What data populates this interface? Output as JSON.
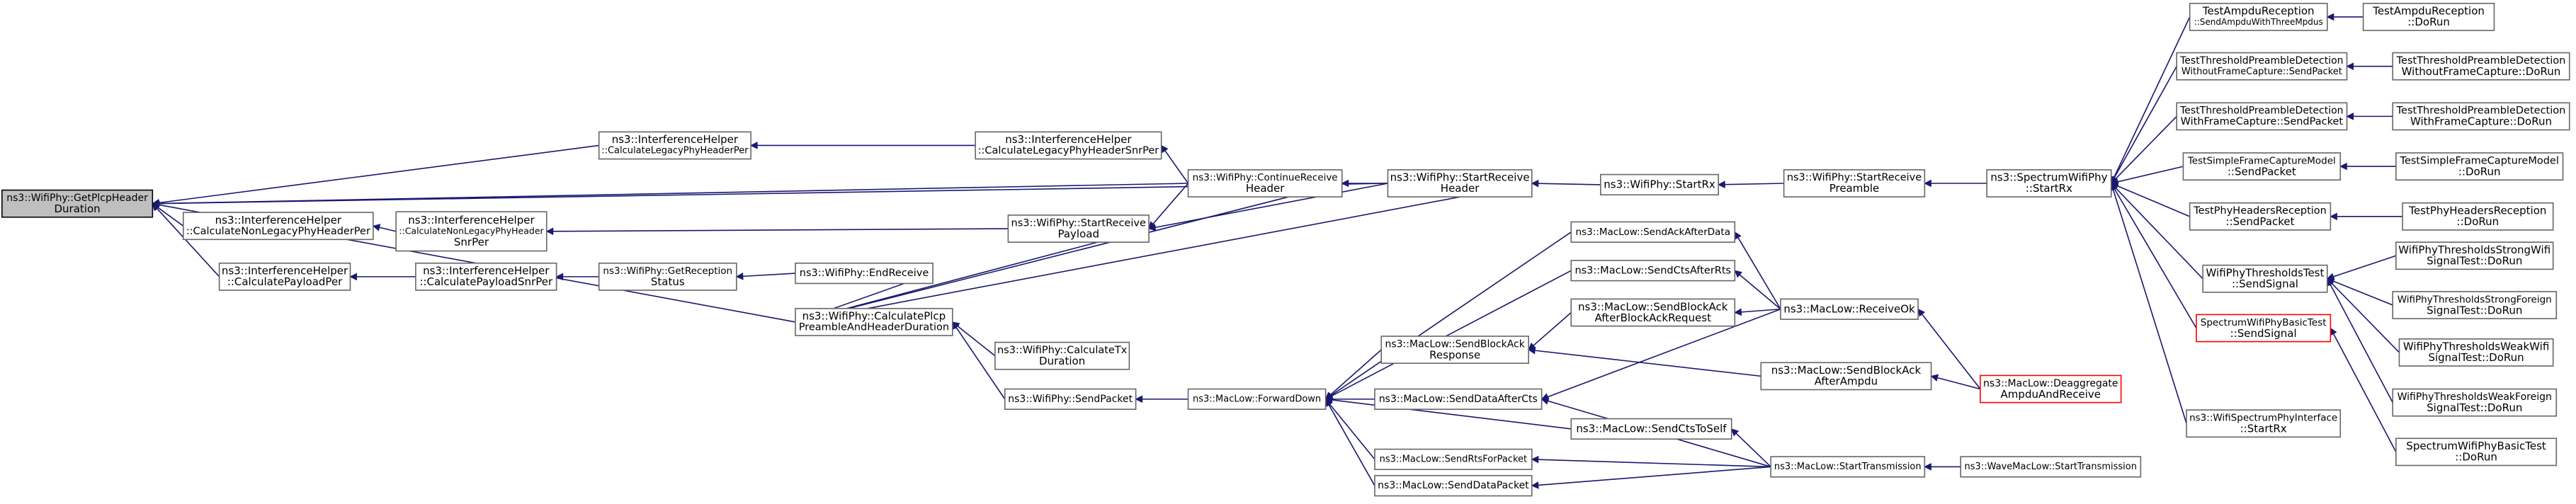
{
  "diagram": {
    "type": "call-graph",
    "nodes": [
      {
        "id": "root",
        "lines": [
          "ns3::WifiPhy::GetPlcpHeader",
          "Duration"
        ],
        "style": "root"
      },
      {
        "id": "ih_legacy_per",
        "lines": [
          "ns3::InterferenceHelper",
          "::CalculateLegacyPhyHeaderPer"
        ]
      },
      {
        "id": "ih_nonlegacy_per",
        "lines": [
          "ns3::InterferenceHelper",
          "::CalculateNonLegacyPhyHeaderPer"
        ]
      },
      {
        "id": "ih_payload_per",
        "lines": [
          "ns3::InterferenceHelper",
          "::CalculatePayloadPer"
        ]
      },
      {
        "id": "calc_plcp_preamble",
        "lines": [
          "ns3::WifiPhy::CalculatePlcp",
          "PreambleAndHeaderDuration"
        ]
      },
      {
        "id": "continue_receive",
        "lines": [
          "ns3::WifiPhy::ContinueReceive",
          "Header"
        ]
      },
      {
        "id": "start_receive_header",
        "lines": [
          "ns3::WifiPhy::StartReceive",
          "Header"
        ]
      },
      {
        "id": "ih_legacy_snr",
        "lines": [
          "ns3::InterferenceHelper",
          "::CalculateLegacyPhyHeaderSnrPer"
        ]
      },
      {
        "id": "ih_nonlegacy_snr",
        "lines": [
          "ns3::InterferenceHelper",
          "::CalculateNonLegacyPhyHeader",
          "SnrPer"
        ]
      },
      {
        "id": "ih_payload_snr",
        "lines": [
          "ns3::InterferenceHelper",
          "::CalculatePayloadSnrPer"
        ]
      },
      {
        "id": "start_receive_payload",
        "lines": [
          "ns3::WifiPhy::StartReceive",
          "Payload"
        ]
      },
      {
        "id": "get_reception_status",
        "lines": [
          "ns3::WifiPhy::GetReception",
          "Status"
        ]
      },
      {
        "id": "end_receive",
        "lines": [
          "ns3::WifiPhy::EndReceive"
        ]
      },
      {
        "id": "calc_tx_duration",
        "lines": [
          "ns3::WifiPhy::CalculateTx",
          "Duration"
        ]
      },
      {
        "id": "send_packet",
        "lines": [
          "ns3::WifiPhy::SendPacket"
        ]
      },
      {
        "id": "forward_down",
        "lines": [
          "ns3::MacLow::ForwardDown"
        ]
      },
      {
        "id": "send_ack_after_data",
        "lines": [
          "ns3::MacLow::SendAckAfterData"
        ]
      },
      {
        "id": "send_cts_after_rts",
        "lines": [
          "ns3::MacLow::SendCtsAfterRts"
        ]
      },
      {
        "id": "send_blockack_response",
        "lines": [
          "ns3::MacLow::SendBlockAck",
          "Response"
        ]
      },
      {
        "id": "send_blockack_after_req",
        "lines": [
          "ns3::MacLow::SendBlockAck",
          "AfterBlockAckRequest"
        ]
      },
      {
        "id": "send_data_after_cts",
        "lines": [
          "ns3::MacLow::SendDataAfterCts"
        ]
      },
      {
        "id": "send_cts_to_self",
        "lines": [
          "ns3::MacLow::SendCtsToSelf"
        ]
      },
      {
        "id": "send_rts_for_packet",
        "lines": [
          "ns3::MacLow::SendRtsForPacket"
        ]
      },
      {
        "id": "send_data_packet",
        "lines": [
          "ns3::MacLow::SendDataPacket"
        ]
      },
      {
        "id": "receive_ok",
        "lines": [
          "ns3::MacLow::ReceiveOk"
        ]
      },
      {
        "id": "send_blockack_after_ampdu",
        "lines": [
          "ns3::MacLow::SendBlockAck",
          "AfterAmpdu"
        ]
      },
      {
        "id": "start_transmission",
        "lines": [
          "ns3::MacLow::StartTransmission"
        ]
      },
      {
        "id": "deaggregate",
        "lines": [
          "ns3::MacLow::Deaggregate",
          "AmpduAndReceive"
        ],
        "style": "red"
      },
      {
        "id": "wave_start_tx",
        "lines": [
          "ns3::WaveMacLow::StartTransmission"
        ]
      },
      {
        "id": "start_rx_phy",
        "lines": [
          "ns3::WifiPhy::StartRx"
        ]
      },
      {
        "id": "start_receive_preamble",
        "lines": [
          "ns3::WifiPhy::StartReceive",
          "Preamble"
        ]
      },
      {
        "id": "spectrum_start_rx",
        "lines": [
          "ns3::SpectrumWifiPhy",
          "::StartRx"
        ]
      },
      {
        "id": "t_ampdu_send",
        "lines": [
          "TestAmpduReception",
          "::SendAmpduWithThreeMpdus"
        ]
      },
      {
        "id": "t_thr_wo_send",
        "lines": [
          "TestThresholdPreambleDetection",
          "WithoutFrameCapture::SendPacket"
        ]
      },
      {
        "id": "t_thr_w_send",
        "lines": [
          "TestThresholdPreambleDetection",
          "WithFrameCapture::SendPacket"
        ]
      },
      {
        "id": "t_simple_send",
        "lines": [
          "TestSimpleFrameCaptureModel",
          "::SendPacket"
        ]
      },
      {
        "id": "t_headers_send",
        "lines": [
          "TestPhyHeadersReception",
          "::SendPacket"
        ]
      },
      {
        "id": "t_thresholds_signal",
        "lines": [
          "WifiPhyThresholdsTest",
          "::SendSignal"
        ]
      },
      {
        "id": "t_basic_signal",
        "lines": [
          "SpectrumWifiPhyBasicTest",
          "::SendSignal"
        ],
        "style": "red"
      },
      {
        "id": "t_iface_start_rx",
        "lines": [
          "ns3::WifiSpectrumPhyInterface",
          "::StartRx"
        ]
      },
      {
        "id": "t_ampdu_run",
        "lines": [
          "TestAmpduReception",
          "::DoRun"
        ]
      },
      {
        "id": "t_thr_wo_run",
        "lines": [
          "TestThresholdPreambleDetection",
          "WithoutFrameCapture::DoRun"
        ]
      },
      {
        "id": "t_thr_w_run",
        "lines": [
          "TestThresholdPreambleDetection",
          "WithFrameCapture::DoRun"
        ]
      },
      {
        "id": "t_simple_run",
        "lines": [
          "TestSimpleFrameCaptureModel",
          "::DoRun"
        ]
      },
      {
        "id": "t_headers_run",
        "lines": [
          "TestPhyHeadersReception",
          "::DoRun"
        ]
      },
      {
        "id": "t_strong_wifi",
        "lines": [
          "WifiPhyThresholdsStrongWifi",
          "SignalTest::DoRun"
        ]
      },
      {
        "id": "t_strong_foreign",
        "lines": [
          "WifiPhyThresholdsStrongForeign",
          "SignalTest::DoRun"
        ]
      },
      {
        "id": "t_weak_wifi",
        "lines": [
          "WifiPhyThresholdsWeakWifi",
          "SignalTest::DoRun"
        ]
      },
      {
        "id": "t_weak_foreign",
        "lines": [
          "WifiPhyThresholdsWeakForeign",
          "SignalTest::DoRun"
        ]
      },
      {
        "id": "t_basic_run",
        "lines": [
          "SpectrumWifiPhyBasicTest",
          "::DoRun"
        ]
      }
    ],
    "edges": [
      [
        "ih_legacy_per",
        "root"
      ],
      [
        "ih_nonlegacy_per",
        "root"
      ],
      [
        "ih_payload_per",
        "root"
      ],
      [
        "calc_plcp_preamble",
        "root"
      ],
      [
        "continue_receive",
        "root"
      ],
      [
        "start_receive_header",
        "root"
      ],
      [
        "ih_legacy_snr",
        "ih_legacy_per"
      ],
      [
        "ih_nonlegacy_snr",
        "ih_nonlegacy_per"
      ],
      [
        "ih_payload_snr",
        "ih_payload_per"
      ],
      [
        "continue_receive",
        "ih_legacy_snr"
      ],
      [
        "start_receive_payload",
        "ih_nonlegacy_snr"
      ],
      [
        "get_reception_status",
        "ih_payload_snr"
      ],
      [
        "end_receive",
        "get_reception_status"
      ],
      [
        "calc_plcp_preamble",
        "end_receive"
      ],
      [
        "calc_plcp_preamble",
        "start_receive_payload"
      ],
      [
        "calc_plcp_preamble",
        "continue_receive"
      ],
      [
        "calc_plcp_preamble",
        "start_receive_header"
      ],
      [
        "continue_receive",
        "start_receive_payload"
      ],
      [
        "start_receive_header",
        "start_receive_payload"
      ],
      [
        "start_receive_header",
        "continue_receive"
      ],
      [
        "start_rx_phy",
        "start_receive_header"
      ],
      [
        "start_receive_preamble",
        "start_rx_phy"
      ],
      [
        "spectrum_start_rx",
        "start_receive_preamble"
      ],
      [
        "send_packet",
        "calc_plcp_preamble"
      ],
      [
        "calc_tx_duration",
        "calc_plcp_preamble"
      ],
      [
        "forward_down",
        "send_packet"
      ],
      [
        "send_ack_after_data",
        "forward_down"
      ],
      [
        "send_cts_after_rts",
        "forward_down"
      ],
      [
        "send_blockack_response",
        "forward_down"
      ],
      [
        "send_data_after_cts",
        "forward_down"
      ],
      [
        "send_cts_to_self",
        "forward_down"
      ],
      [
        "send_rts_for_packet",
        "forward_down"
      ],
      [
        "send_data_packet",
        "forward_down"
      ],
      [
        "send_blockack_after_req",
        "send_blockack_response"
      ],
      [
        "send_blockack_after_ampdu",
        "send_blockack_response"
      ],
      [
        "receive_ok",
        "send_ack_after_data"
      ],
      [
        "receive_ok",
        "send_cts_after_rts"
      ],
      [
        "receive_ok",
        "send_blockack_after_req"
      ],
      [
        "receive_ok",
        "send_data_after_cts"
      ],
      [
        "start_transmission",
        "send_cts_to_self"
      ],
      [
        "start_transmission",
        "send_rts_for_packet"
      ],
      [
        "start_transmission",
        "send_data_packet"
      ],
      [
        "start_transmission",
        "send_data_after_cts"
      ],
      [
        "deaggregate",
        "receive_ok"
      ],
      [
        "deaggregate",
        "send_blockack_after_ampdu"
      ],
      [
        "wave_start_tx",
        "start_transmission"
      ],
      [
        "t_ampdu_send",
        "spectrum_start_rx"
      ],
      [
        "t_thr_wo_send",
        "spectrum_start_rx"
      ],
      [
        "t_thr_w_send",
        "spectrum_start_rx"
      ],
      [
        "t_simple_send",
        "spectrum_start_rx"
      ],
      [
        "t_headers_send",
        "spectrum_start_rx"
      ],
      [
        "t_thresholds_signal",
        "spectrum_start_rx"
      ],
      [
        "t_basic_signal",
        "spectrum_start_rx"
      ],
      [
        "t_iface_start_rx",
        "spectrum_start_rx"
      ],
      [
        "t_ampdu_run",
        "t_ampdu_send"
      ],
      [
        "t_thr_wo_run",
        "t_thr_wo_send"
      ],
      [
        "t_thr_w_run",
        "t_thr_w_send"
      ],
      [
        "t_simple_run",
        "t_simple_send"
      ],
      [
        "t_headers_run",
        "t_headers_send"
      ],
      [
        "t_strong_wifi",
        "t_thresholds_signal"
      ],
      [
        "t_strong_foreign",
        "t_thresholds_signal"
      ],
      [
        "t_weak_wifi",
        "t_thresholds_signal"
      ],
      [
        "t_weak_foreign",
        "t_thresholds_signal"
      ],
      [
        "t_basic_run",
        "t_basic_signal"
      ]
    ]
  }
}
